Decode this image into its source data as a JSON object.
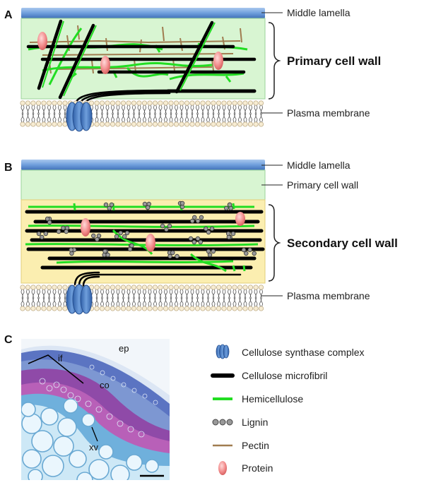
{
  "panels": [
    {
      "letter": "A",
      "labels": {
        "middle_lamella": "Middle lamella",
        "wall": "Primary cell wall",
        "membrane": "Plasma membrane"
      }
    },
    {
      "letter": "B",
      "labels": {
        "middle_lamella": "Middle lamella",
        "primary_wall": "Primary cell wall",
        "wall": "Secondary cell wall",
        "membrane": "Plasma membrane"
      }
    },
    {
      "letter": "C",
      "tissue_labels": [
        "if",
        "ep",
        "co",
        "xv"
      ]
    }
  ],
  "legend": [
    {
      "icon": "cellulose-synthase-icon",
      "label": "Cellulose synthase complex"
    },
    {
      "icon": "cellulose-microfibril-icon",
      "label": "Cellulose microfibril"
    },
    {
      "icon": "hemicellulose-icon",
      "label": "Hemicellulose"
    },
    {
      "icon": "lignin-icon",
      "label": "Lignin"
    },
    {
      "icon": "pectin-icon",
      "label": "Pectin"
    },
    {
      "icon": "protein-icon",
      "label": "Protein"
    }
  ],
  "colors": {
    "middle_lamella": "#5b8fd4",
    "primary_wall_bg": "#d8f5d2",
    "secondary_wall_bg": "#fbeeb0",
    "cellulose": "#000000",
    "hemicellulose": "#22dd22",
    "pectin": "#a07c50",
    "protein": "#f28c8c",
    "lignin": "#6a6a6a",
    "synthase": "#4a7fc8"
  }
}
